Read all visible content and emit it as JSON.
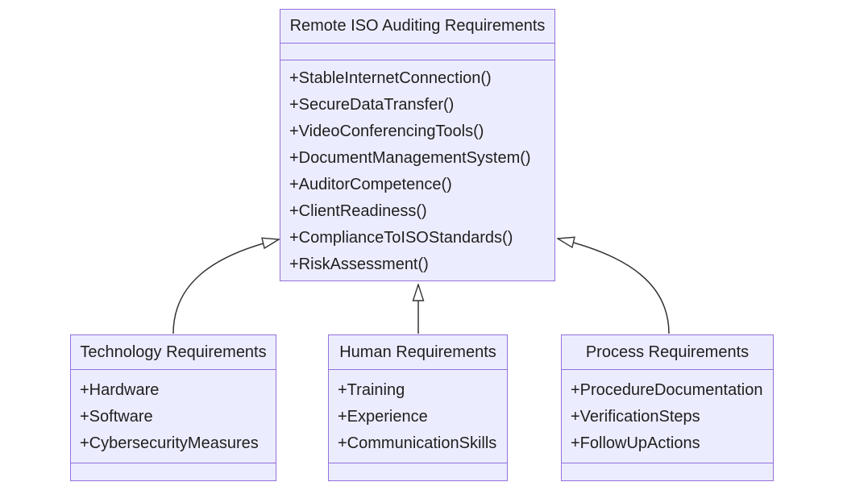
{
  "diagram": {
    "type": "uml-class-diagram",
    "title": "Remote ISO Auditing Requirements class diagram",
    "colors": {
      "node_fill": "#ECECFF",
      "node_border": "#9370DB",
      "edge_line": "#333333",
      "arrowhead_fill": "#ffffff",
      "text": "#1f1f1f",
      "background": "#ffffff"
    },
    "classes": {
      "main": {
        "title": "Remote ISO Auditing Requirements",
        "attributes": [],
        "methods": [
          "+StableInternetConnection()",
          "+SecureDataTransfer()",
          "+VideoConferencingTools()",
          "+DocumentManagementSystem()",
          "+AuditorCompetence()",
          "+ClientReadiness()",
          "+ComplianceToISOStandards()",
          "+RiskAssessment()"
        ]
      },
      "technology": {
        "title": "Technology Requirements",
        "attributes": [
          "+Hardware",
          "+Software",
          "+CybersecurityMeasures"
        ],
        "methods": []
      },
      "human": {
        "title": "Human Requirements",
        "attributes": [
          "+Training",
          "+Experience",
          "+CommunicationSkills"
        ],
        "methods": []
      },
      "process": {
        "title": "Process Requirements",
        "attributes": [
          "+ProcedureDocumentation",
          "+VerificationSteps",
          "+FollowUpActions"
        ],
        "methods": []
      }
    },
    "relationships": [
      {
        "from": "Technology Requirements",
        "to": "Remote ISO Auditing Requirements",
        "type": "inheritance"
      },
      {
        "from": "Human Requirements",
        "to": "Remote ISO Auditing Requirements",
        "type": "inheritance"
      },
      {
        "from": "Process Requirements",
        "to": "Remote ISO Auditing Requirements",
        "type": "inheritance"
      }
    ]
  }
}
